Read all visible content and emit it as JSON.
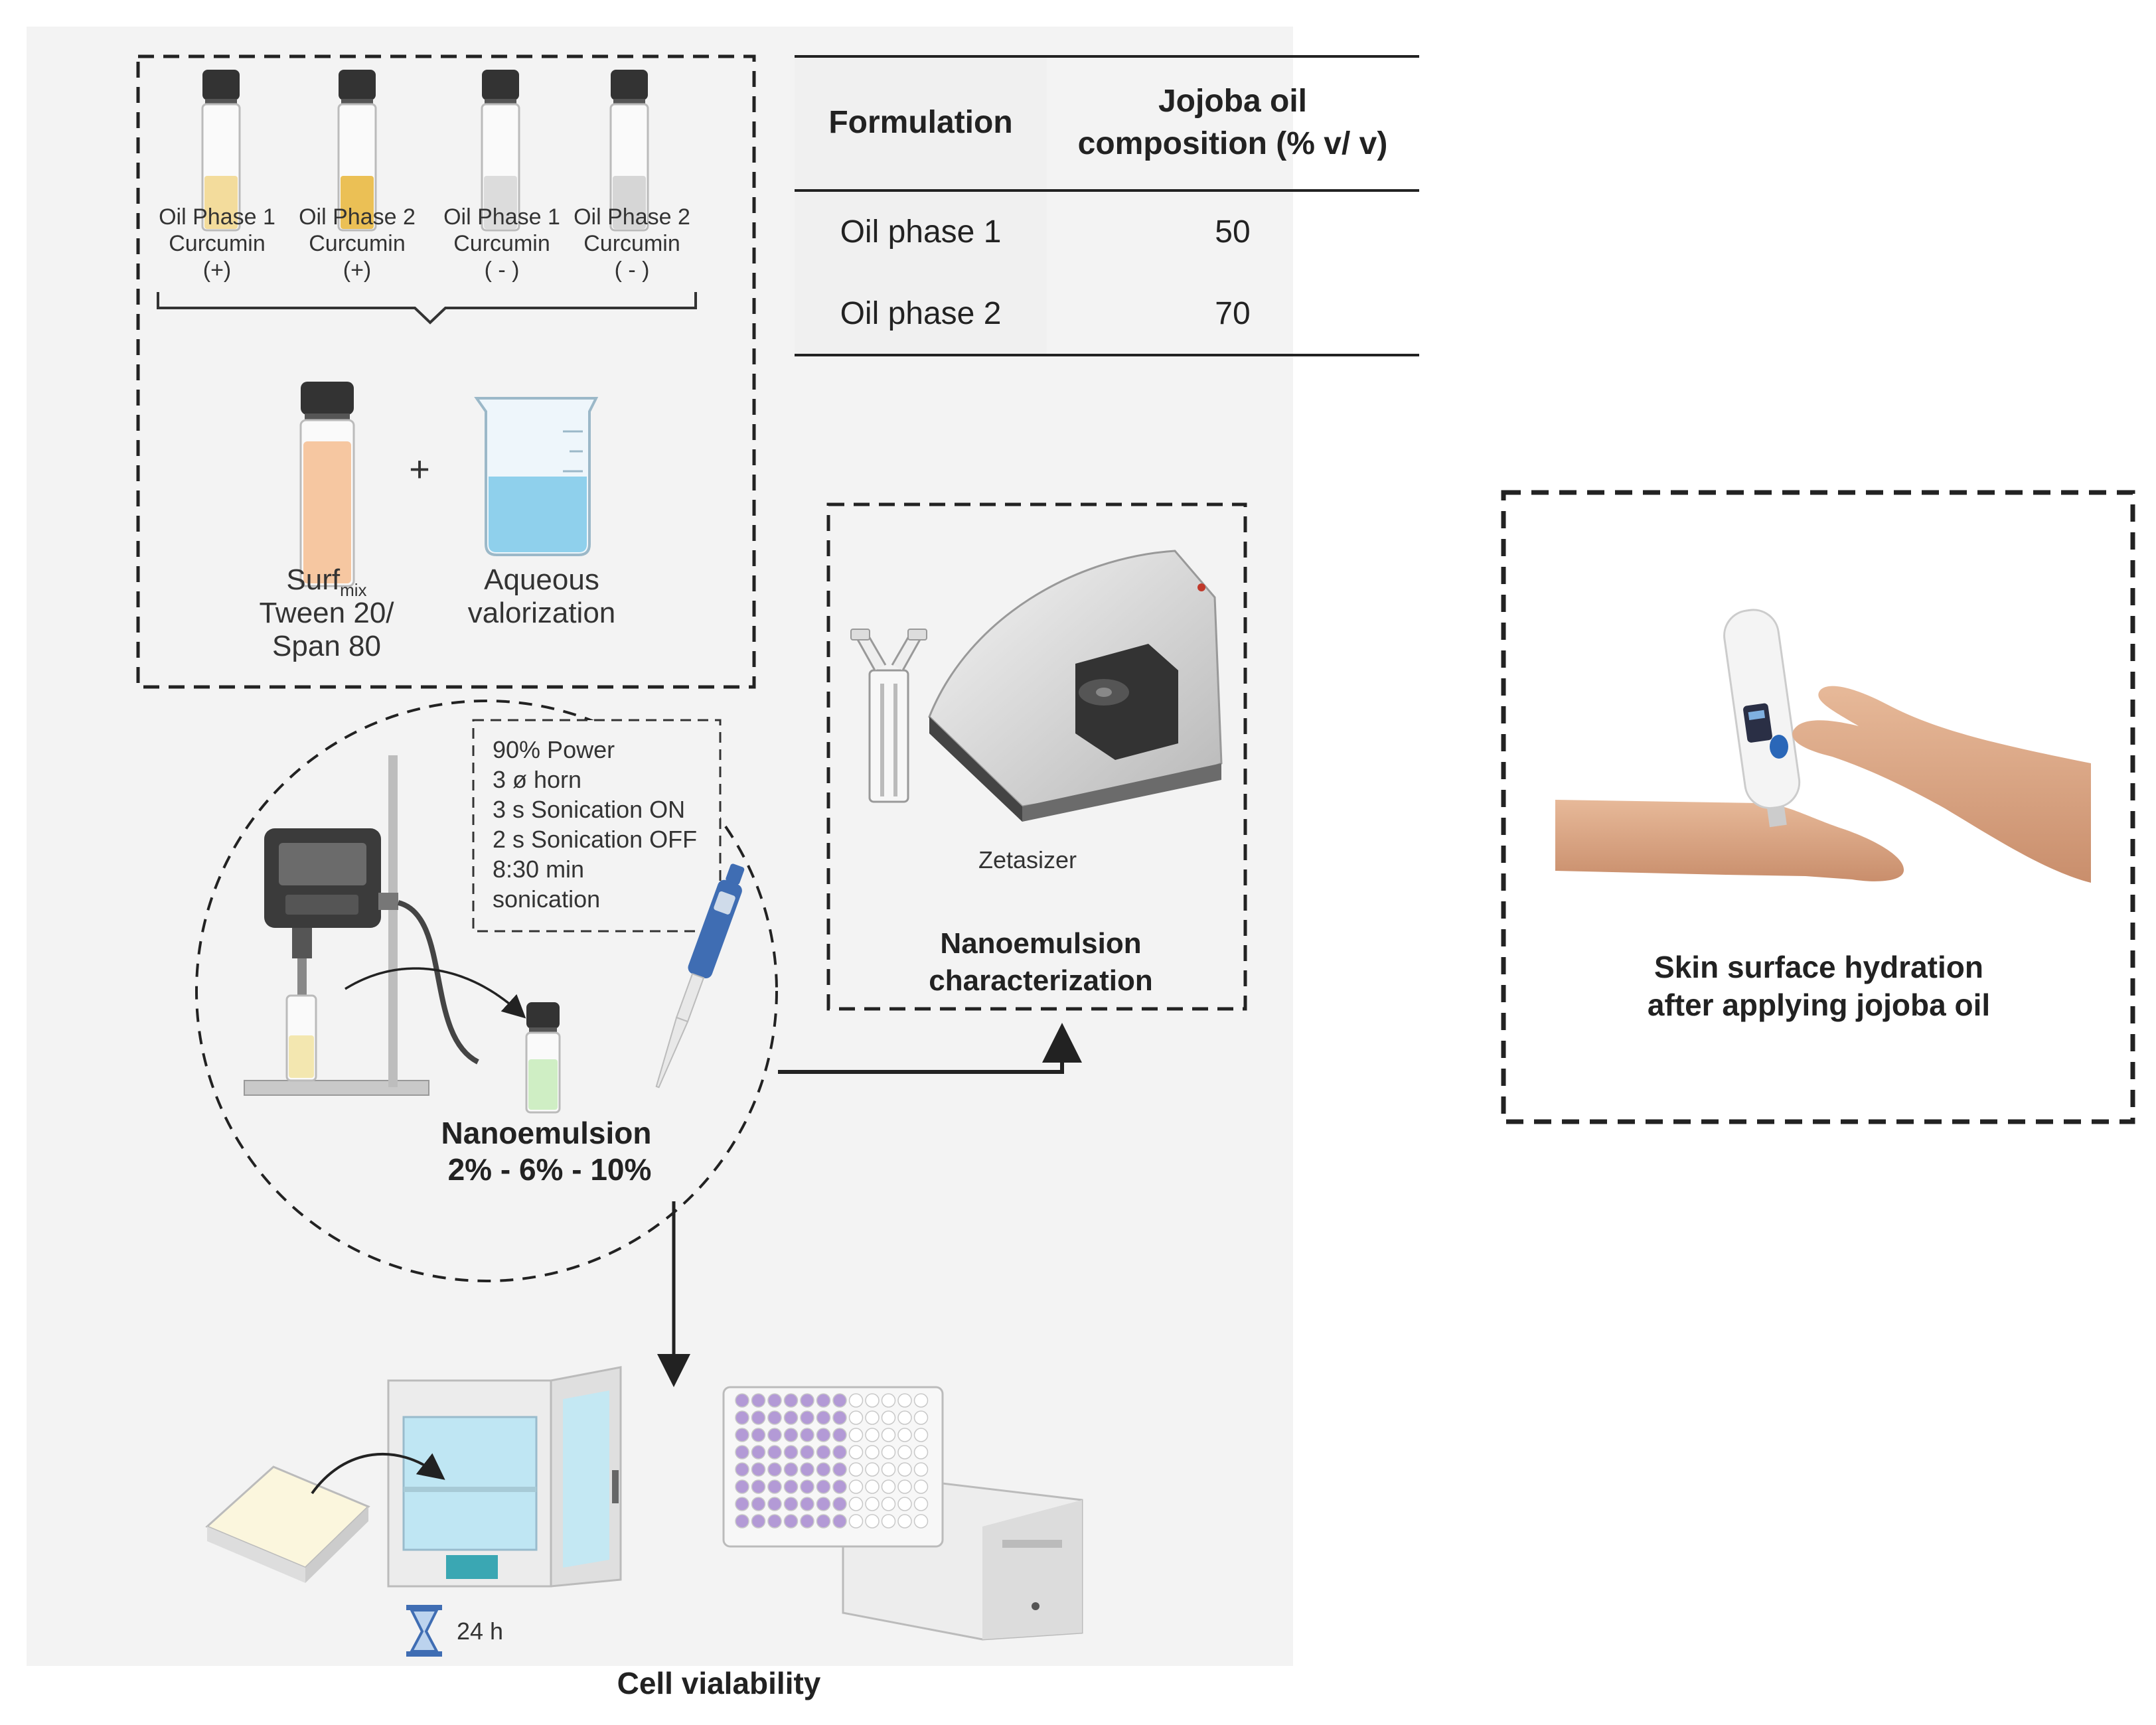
{
  "oil_vials": [
    {
      "name": "Oil Phase 1",
      "compound": "Curcumin",
      "sign": "(+)",
      "liquid": "#f3dc9c"
    },
    {
      "name": "Oil Phase 2",
      "compound": "Curcumin",
      "sign": "(+)",
      "liquid": "#ebc055"
    },
    {
      "name": "Oil Phase 1",
      "compound": "Curcumin",
      "sign": "( - )",
      "liquid": "#dcdcdc"
    },
    {
      "name": "Oil Phase 2",
      "compound": "Curcumin",
      "sign": "( - )",
      "liquid": "#d6d6d6"
    }
  ],
  "surfmix": {
    "prefix": "Surf",
    "subscript": "mix",
    "line2": "Tween 20/",
    "line3": "Span 80"
  },
  "plus": "+",
  "aqueous": {
    "line1": "Aqueous",
    "line2": "valorization"
  },
  "sonication": {
    "params": [
      "90% Power",
      "3 ø horn",
      "3 s Sonication ON",
      "2 s Sonication OFF",
      "8:30 min",
      "sonication"
    ],
    "product_line1": "Nanoemulsion",
    "product_line2": "2% - 6% - 10%"
  },
  "table": {
    "header": {
      "col1": "Formulation",
      "col2_line1": "Jojoba oil",
      "col2_line2": "composition (% v/ v)"
    },
    "rows": [
      {
        "formulation": "Oil phase 1",
        "value": "50"
      },
      {
        "formulation": "Oil phase 2",
        "value": "70"
      }
    ]
  },
  "zetasizer": {
    "device": "Zetasizer",
    "title_line1": "Nanoemulsion",
    "title_line2": "characterization"
  },
  "viability": {
    "time": "24 h",
    "title": "Cell vialability"
  },
  "hydration": {
    "line1": "Skin surface hydration",
    "line2": "after applying jojoba oil"
  },
  "colors": {
    "panel": "#f3f3f3",
    "pipette": "#3f6db3",
    "well": "#b39ad6",
    "incubator_door": "#c4e8f3",
    "display": "#3aa7b3"
  }
}
